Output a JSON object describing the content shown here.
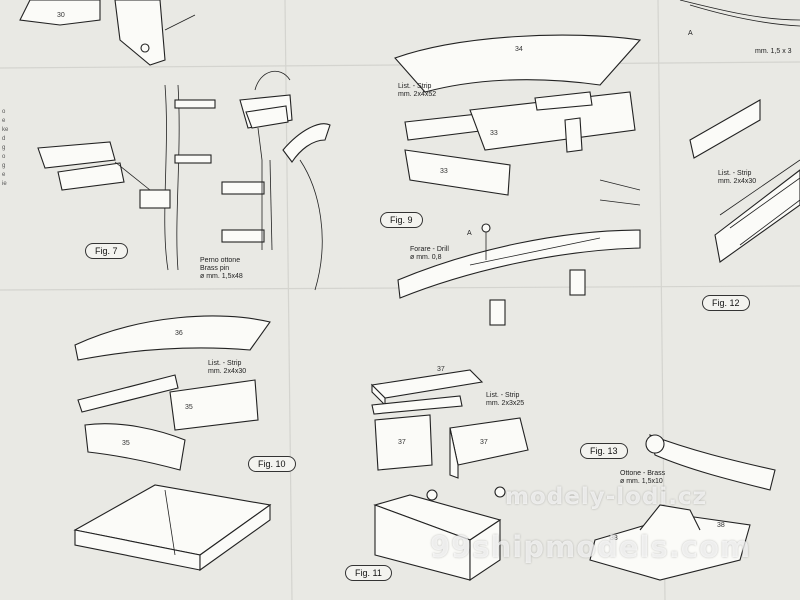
{
  "figures": {
    "fig7": "Fig. 7",
    "fig9": "Fig. 9",
    "fig10": "Fig. 10",
    "fig11": "Fig. 11",
    "fig12": "Fig. 12",
    "fig13": "Fig. 13"
  },
  "labels": {
    "pin_it": "Perno ottone",
    "pin_en": "Brass pin",
    "pin_size": "ø mm. 1,5x48",
    "strip_9_a": "List. - Strip",
    "strip_9_b": "mm. 2x4x52",
    "drill_a": "Forare - Drill",
    "drill_b": "ø mm. 0,8",
    "strip_10_a": "List. - Strip",
    "strip_10_b": "mm. 2x4x30",
    "strip_11_a": "List. - Strip",
    "strip_11_b": "mm. 2x3x25",
    "strip_12_a": "List. - Strip",
    "strip_12_b": "mm. 2x4x30",
    "brass_a": "Ottone - Brass",
    "brass_b": "ø mm. 1,5x10",
    "top_right": "mm. 1,5 x 3",
    "marker_a": "A",
    "marker_a2": "A"
  },
  "parts": {
    "p30": "30",
    "p34": "34",
    "p33a": "33",
    "p33b": "33",
    "p36": "36",
    "p35a": "35",
    "p35b": "35",
    "p37a": "37",
    "p37b": "37",
    "p37c": "37",
    "p38a": "38",
    "p38b": "38"
  },
  "left_edge": [
    "o",
    "e",
    "ke",
    "d",
    "g",
    "o",
    "g",
    "e",
    "ie"
  ],
  "watermarks": {
    "line1": "modely-lodi.cz",
    "line2": "99shipmodels.com"
  }
}
